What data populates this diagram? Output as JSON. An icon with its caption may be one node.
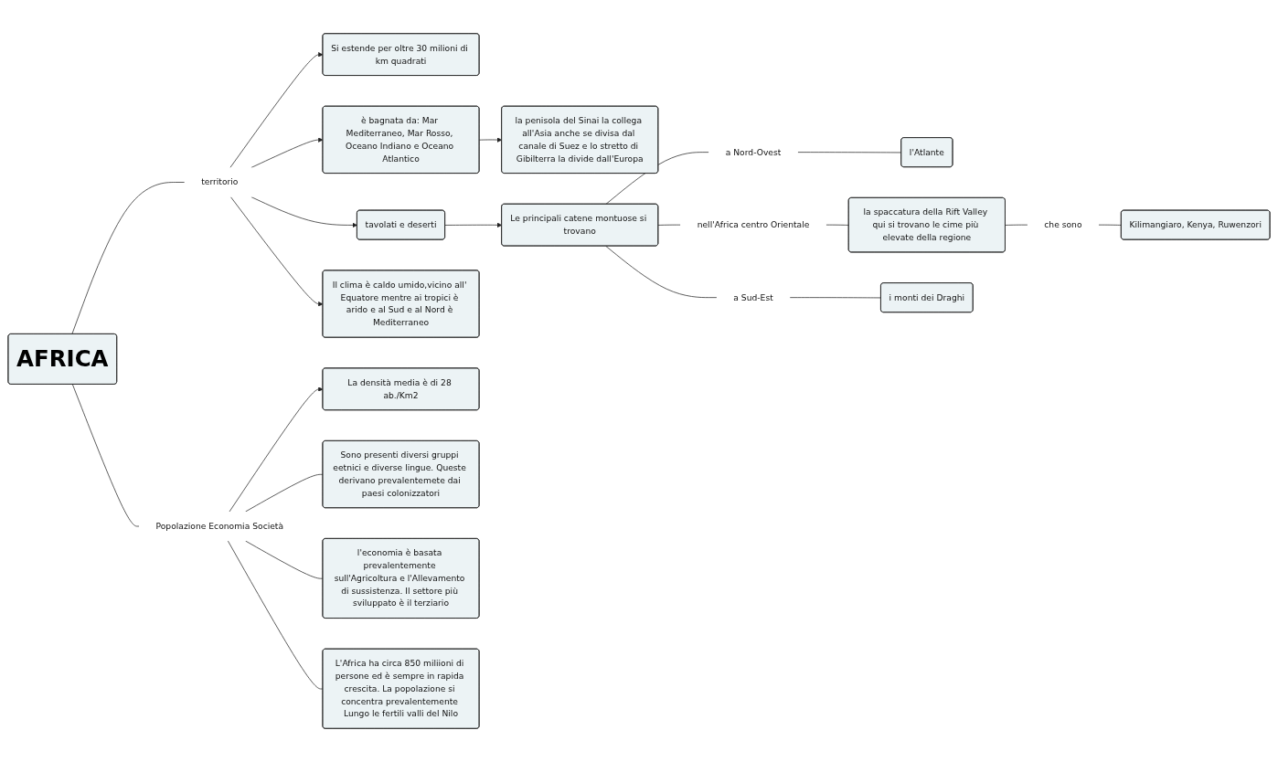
{
  "diagram": {
    "nodes": [
      {
        "text": [
          "AFRICA"
        ]
      },
      {
        "text": [
          "territorio"
        ]
      },
      {
        "text": [
          "Si estende per oltre 30 milioni di km quadrati"
        ]
      },
      {
        "text": [
          "è bagnata da: Mar Mediterraneo, Mar Rosso, Oceano Indiano e Oceano Atlantico"
        ]
      },
      {
        "text": [
          "la penisola del Sinai la collega all'Asia anche se divisa dal canale di Suez e lo stretto di Gibilterra la divide dall'Europa"
        ]
      },
      {
        "text": [
          "tavolati e deserti"
        ]
      },
      {
        "text": [
          "Le principali catene montuose si trovano"
        ]
      },
      {
        "text": [
          "a Nord-Ovest"
        ]
      },
      {
        "text": [
          "l'Atlante"
        ]
      },
      {
        "text": [
          "nell'Africa centro Orientale"
        ]
      },
      {
        "text": [
          "la spaccatura della Rift Valley qui si trovano le cime più elevate della regione"
        ]
      },
      {
        "text": [
          "che sono"
        ]
      },
      {
        "text": [
          "Kilimangiaro, Kenya, Ruwenzori"
        ]
      },
      {
        "text": [
          "a Sud-Est"
        ]
      },
      {
        "text": [
          "i monti dei Draghi"
        ]
      },
      {
        "text": [
          "Il clima è caldo umido,vicino all' Equatore mentre ai tropici è arido e al Sud e al Nord è Mediterraneo"
        ]
      },
      {
        "text": [
          "Popolazione Economia Società"
        ]
      },
      {
        "text": [
          "La densità media è di 28 ab./Km2"
        ]
      },
      {
        "text": [
          "Sono presenti diversi gruppi eetnici e diverse lingue. Queste derivano prevalentemete dai paesi colonizzatori"
        ]
      },
      {
        "text": [
          "l'economia è basata prevalentemente sull'Agricoltura e l'Allevamento di sussistenza. Il settore più sviluppato è il terziario"
        ]
      },
      {
        "text": [
          "L'Africa ha circa 850 miliioni di persone ed è sempre in rapida crescita. La popolazione si concentra prevalentemente Lungo le fertili valli del Nilo"
        ]
      }
    ],
    "edges": [
      {
        "from": 0,
        "to": 1,
        "arrow": "none"
      },
      {
        "from": 1,
        "to": 2,
        "arrow": "to"
      },
      {
        "from": 1,
        "to": 3,
        "arrow": "to"
      },
      {
        "from": 3,
        "to": 4,
        "arrow": "to"
      },
      {
        "from": 1,
        "to": 5,
        "arrow": "to"
      },
      {
        "from": 5,
        "to": 6,
        "arrow": "to"
      },
      {
        "from": 6,
        "to": 7,
        "arrow": "none"
      },
      {
        "from": 7,
        "to": 8,
        "arrow": "none"
      },
      {
        "from": 6,
        "to": 9,
        "arrow": "none"
      },
      {
        "from": 9,
        "to": 10,
        "arrow": "none"
      },
      {
        "from": 10,
        "to": 11,
        "arrow": "none"
      },
      {
        "from": 11,
        "to": 12,
        "arrow": "none"
      },
      {
        "from": 6,
        "to": 13,
        "arrow": "none"
      },
      {
        "from": 13,
        "to": 14,
        "arrow": "none"
      },
      {
        "from": 1,
        "to": 15,
        "arrow": "to"
      },
      {
        "from": 0,
        "to": 16,
        "arrow": "none"
      },
      {
        "from": 16,
        "to": 17,
        "arrow": "to"
      },
      {
        "from": 16,
        "to": 18,
        "arrow": "none"
      },
      {
        "from": 16,
        "to": 19,
        "arrow": "none"
      },
      {
        "from": 16,
        "to": 20,
        "arrow": "none"
      }
    ]
  }
}
